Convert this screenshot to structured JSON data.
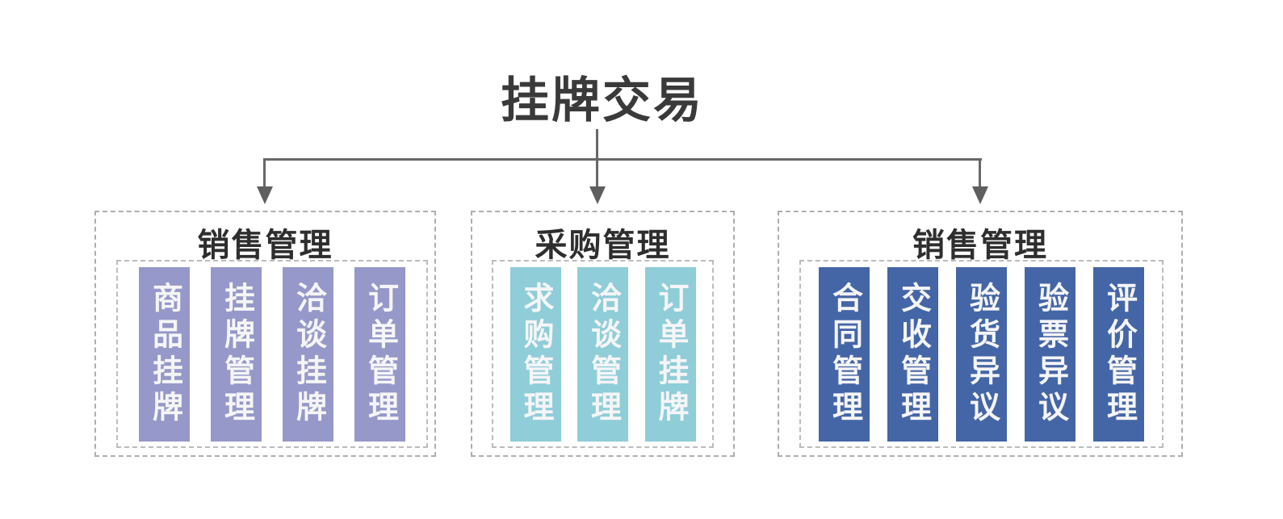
{
  "title": "挂牌交易",
  "groups": [
    {
      "header": "销售管理",
      "color": "#9598c8",
      "items": [
        "商品挂牌",
        "挂牌管理",
        "洽谈挂牌",
        "订单管理"
      ]
    },
    {
      "header": "采购管理",
      "color": "#8fcdd8",
      "items": [
        "求购管理",
        "洽谈管理",
        "订单挂牌"
      ]
    },
    {
      "header": "销售管理",
      "color": "#4466a6",
      "items": [
        "合同管理",
        "交收管理",
        "验货异议",
        "验票异议",
        "评价管理"
      ]
    }
  ],
  "colors": {
    "connector_line": "#686868",
    "arrowhead": "#5f5f5f",
    "outer_dashed_border": "#aeaeae",
    "inner_dashed_border": "#bcbcbc",
    "title_text": "#3a3a3a",
    "header_text": "#2e2e2e",
    "bar_text": "#f5f5f7",
    "background": "#ffffff"
  }
}
